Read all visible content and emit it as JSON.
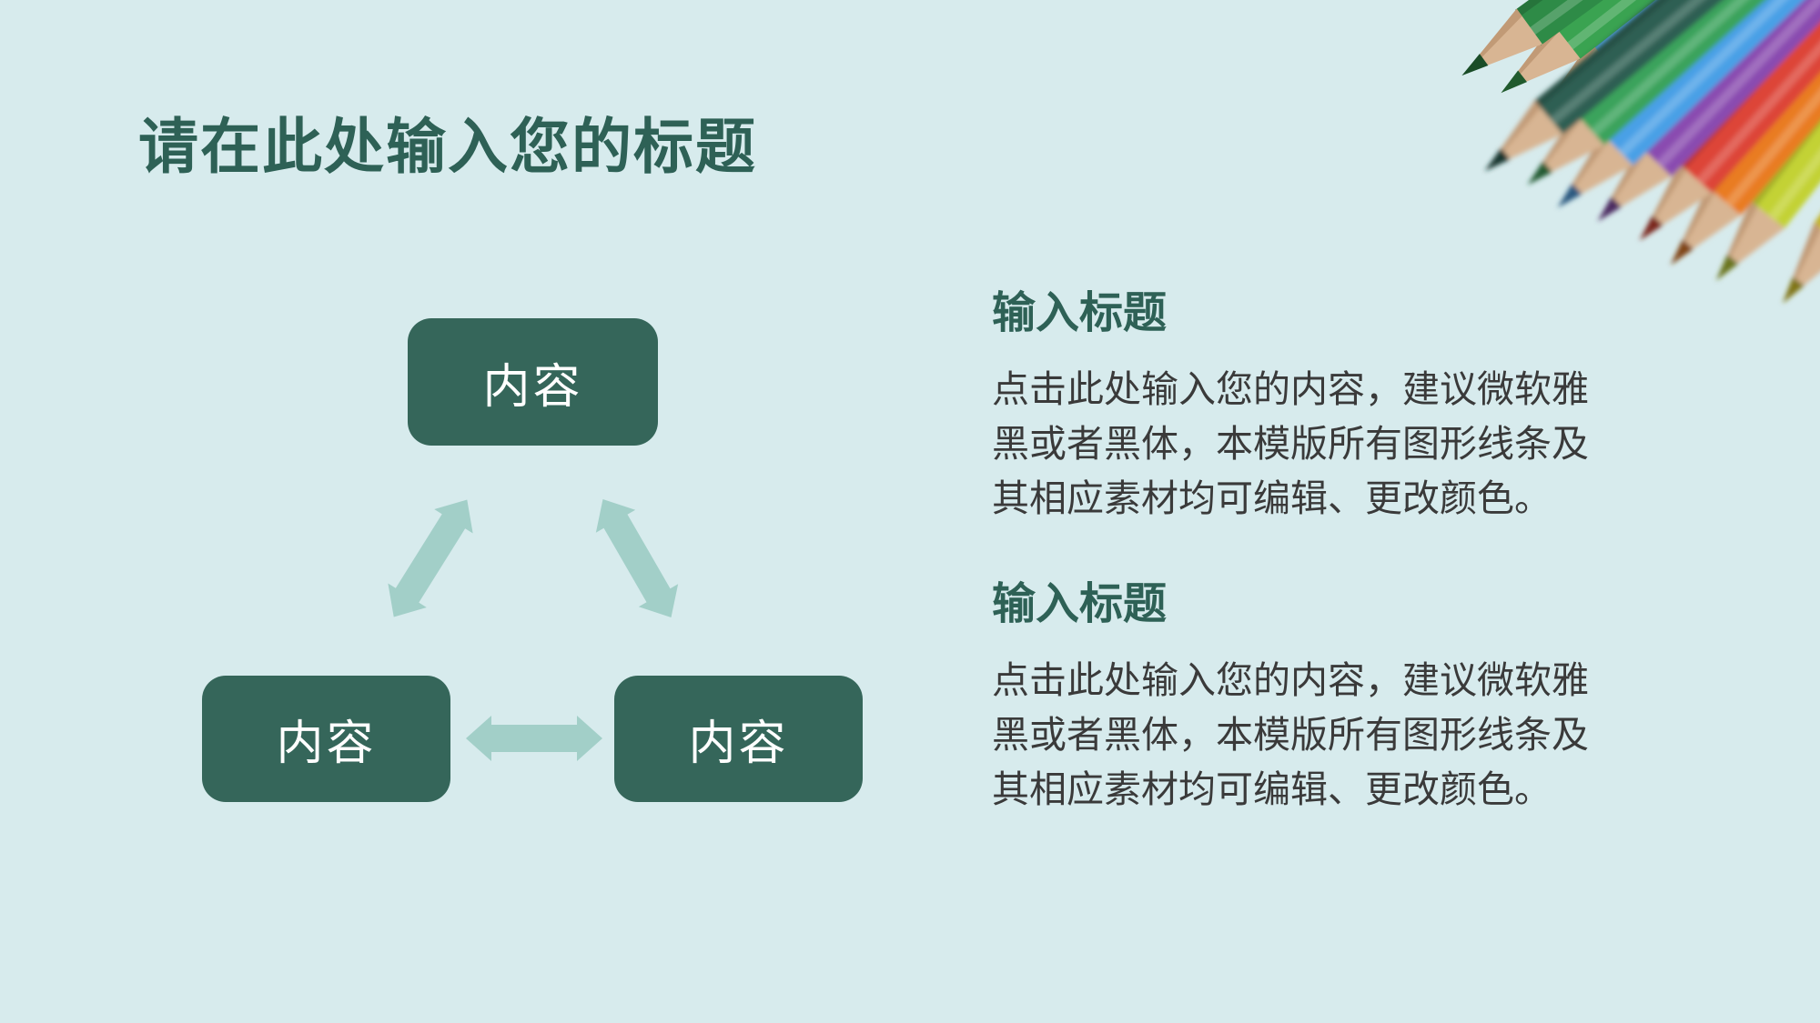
{
  "slide": {
    "title": "请在此处输入您的标题",
    "colors": {
      "background": "#d7ebed",
      "shape_fill": "#35665a",
      "heading_text": "#2e6156",
      "body_text": "#3a3a3a",
      "arrow": "#a2cfc8",
      "node_text": "#ffffff",
      "pencil_wood": "#d8b593",
      "pencil_wood_shade": "#bd9571"
    }
  },
  "diagram": {
    "nodes": [
      {
        "label": "内容"
      },
      {
        "label": "内容"
      },
      {
        "label": "内容"
      }
    ]
  },
  "sections": [
    {
      "heading": "输入标题",
      "lines": [
        "点击此处输入您的内容，建议微软雅",
        "黑或者黑体，本模版所有图形线条及",
        "其相应素材均可编辑、更改颜色。"
      ]
    },
    {
      "heading": "输入标题",
      "lines": [
        "点击此处输入您的内容，建议微软雅",
        "黑或者黑体，本模版所有图形线条及",
        "其相应素材均可编辑、更改颜色。"
      ]
    }
  ],
  "decoration": {
    "name": "colored-pencils-photo",
    "back_row_colors": [
      "#2e8b47",
      "#3aa351",
      "#57aaee",
      "#3f77dd",
      "#8d3fae",
      "#cf3a93",
      "#e5392c",
      "#ef4e27",
      "#f68a1f",
      "#f2dc26"
    ],
    "front_row_colors": [
      "#2d5f53",
      "#3aa35c",
      "#4aa0e6",
      "#8a4bb0",
      "#dd4437",
      "#e97b22",
      "#c3d234",
      "#e8d42e"
    ]
  }
}
